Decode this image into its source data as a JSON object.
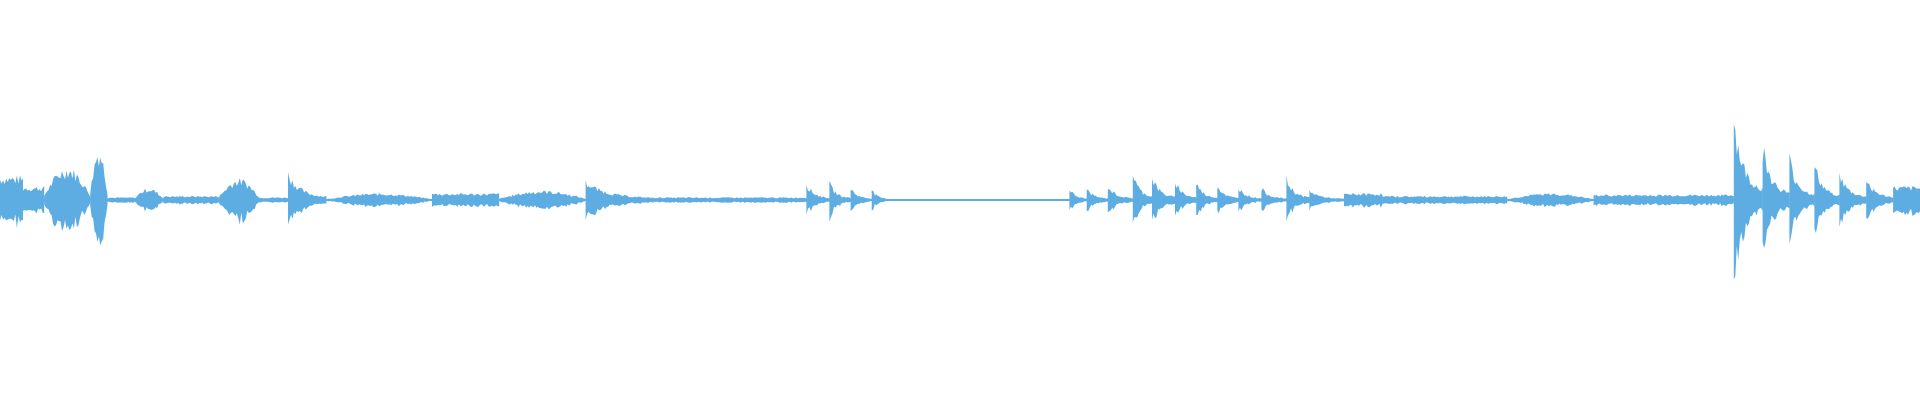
{
  "waveform": {
    "color": "#5dade2",
    "background": "#ffffff",
    "segments": [
      {
        "start": 0.0,
        "end": 0.012,
        "amp": 0.18,
        "shape": "flat"
      },
      {
        "start": 0.012,
        "end": 0.023,
        "amp": 0.1,
        "shape": "flat"
      },
      {
        "start": 0.023,
        "end": 0.047,
        "amp": 0.25,
        "shape": "swell"
      },
      {
        "start": 0.047,
        "end": 0.056,
        "amp": 0.4,
        "shape": "swell"
      },
      {
        "start": 0.056,
        "end": 0.07,
        "amp": 0.02,
        "shape": "flat"
      },
      {
        "start": 0.07,
        "end": 0.085,
        "amp": 0.09,
        "shape": "swell"
      },
      {
        "start": 0.085,
        "end": 0.114,
        "amp": 0.03,
        "shape": "flat"
      },
      {
        "start": 0.114,
        "end": 0.135,
        "amp": 0.16,
        "shape": "swell"
      },
      {
        "start": 0.135,
        "end": 0.15,
        "amp": 0.02,
        "shape": "flat"
      },
      {
        "start": 0.15,
        "end": 0.17,
        "amp": 0.22,
        "shape": "decay"
      },
      {
        "start": 0.17,
        "end": 0.225,
        "amp": 0.05,
        "shape": "swell"
      },
      {
        "start": 0.225,
        "end": 0.26,
        "amp": 0.05,
        "shape": "flat"
      },
      {
        "start": 0.26,
        "end": 0.305,
        "amp": 0.07,
        "shape": "swell"
      },
      {
        "start": 0.305,
        "end": 0.34,
        "amp": 0.15,
        "shape": "decay"
      },
      {
        "start": 0.34,
        "end": 0.42,
        "amp": 0.02,
        "shape": "flat"
      },
      {
        "start": 0.42,
        "end": 0.432,
        "amp": 0.14,
        "shape": "decay"
      },
      {
        "start": 0.432,
        "end": 0.443,
        "amp": 0.14,
        "shape": "decay"
      },
      {
        "start": 0.443,
        "end": 0.454,
        "amp": 0.1,
        "shape": "decay"
      },
      {
        "start": 0.454,
        "end": 0.462,
        "amp": 0.09,
        "shape": "decay"
      },
      {
        "start": 0.462,
        "end": 0.557,
        "amp": 0.005,
        "shape": "flat"
      },
      {
        "start": 0.557,
        "end": 0.566,
        "amp": 0.1,
        "shape": "decay"
      },
      {
        "start": 0.566,
        "end": 0.577,
        "amp": 0.1,
        "shape": "decay"
      },
      {
        "start": 0.577,
        "end": 0.59,
        "amp": 0.12,
        "shape": "decay"
      },
      {
        "start": 0.59,
        "end": 0.6,
        "amp": 0.24,
        "shape": "decay"
      },
      {
        "start": 0.6,
        "end": 0.612,
        "amp": 0.2,
        "shape": "decay"
      },
      {
        "start": 0.612,
        "end": 0.623,
        "amp": 0.17,
        "shape": "decay"
      },
      {
        "start": 0.623,
        "end": 0.634,
        "amp": 0.15,
        "shape": "decay"
      },
      {
        "start": 0.634,
        "end": 0.645,
        "amp": 0.13,
        "shape": "decay"
      },
      {
        "start": 0.645,
        "end": 0.657,
        "amp": 0.11,
        "shape": "decay"
      },
      {
        "start": 0.657,
        "end": 0.67,
        "amp": 0.1,
        "shape": "decay"
      },
      {
        "start": 0.67,
        "end": 0.682,
        "amp": 0.18,
        "shape": "decay"
      },
      {
        "start": 0.682,
        "end": 0.7,
        "amp": 0.08,
        "shape": "decay"
      },
      {
        "start": 0.7,
        "end": 0.72,
        "amp": 0.05,
        "shape": "flat"
      },
      {
        "start": 0.72,
        "end": 0.785,
        "amp": 0.03,
        "shape": "flat"
      },
      {
        "start": 0.785,
        "end": 0.83,
        "amp": 0.05,
        "shape": "swell"
      },
      {
        "start": 0.83,
        "end": 0.903,
        "amp": 0.04,
        "shape": "flat"
      },
      {
        "start": 0.903,
        "end": 0.918,
        "amp": 0.7,
        "shape": "decay"
      },
      {
        "start": 0.918,
        "end": 0.932,
        "amp": 0.45,
        "shape": "decay"
      },
      {
        "start": 0.932,
        "end": 0.945,
        "amp": 0.35,
        "shape": "decay"
      },
      {
        "start": 0.945,
        "end": 0.958,
        "amp": 0.3,
        "shape": "decay"
      },
      {
        "start": 0.958,
        "end": 0.972,
        "amp": 0.22,
        "shape": "decay"
      },
      {
        "start": 0.972,
        "end": 0.986,
        "amp": 0.18,
        "shape": "decay"
      },
      {
        "start": 0.986,
        "end": 1.0,
        "amp": 0.1,
        "shape": "flat"
      }
    ]
  }
}
